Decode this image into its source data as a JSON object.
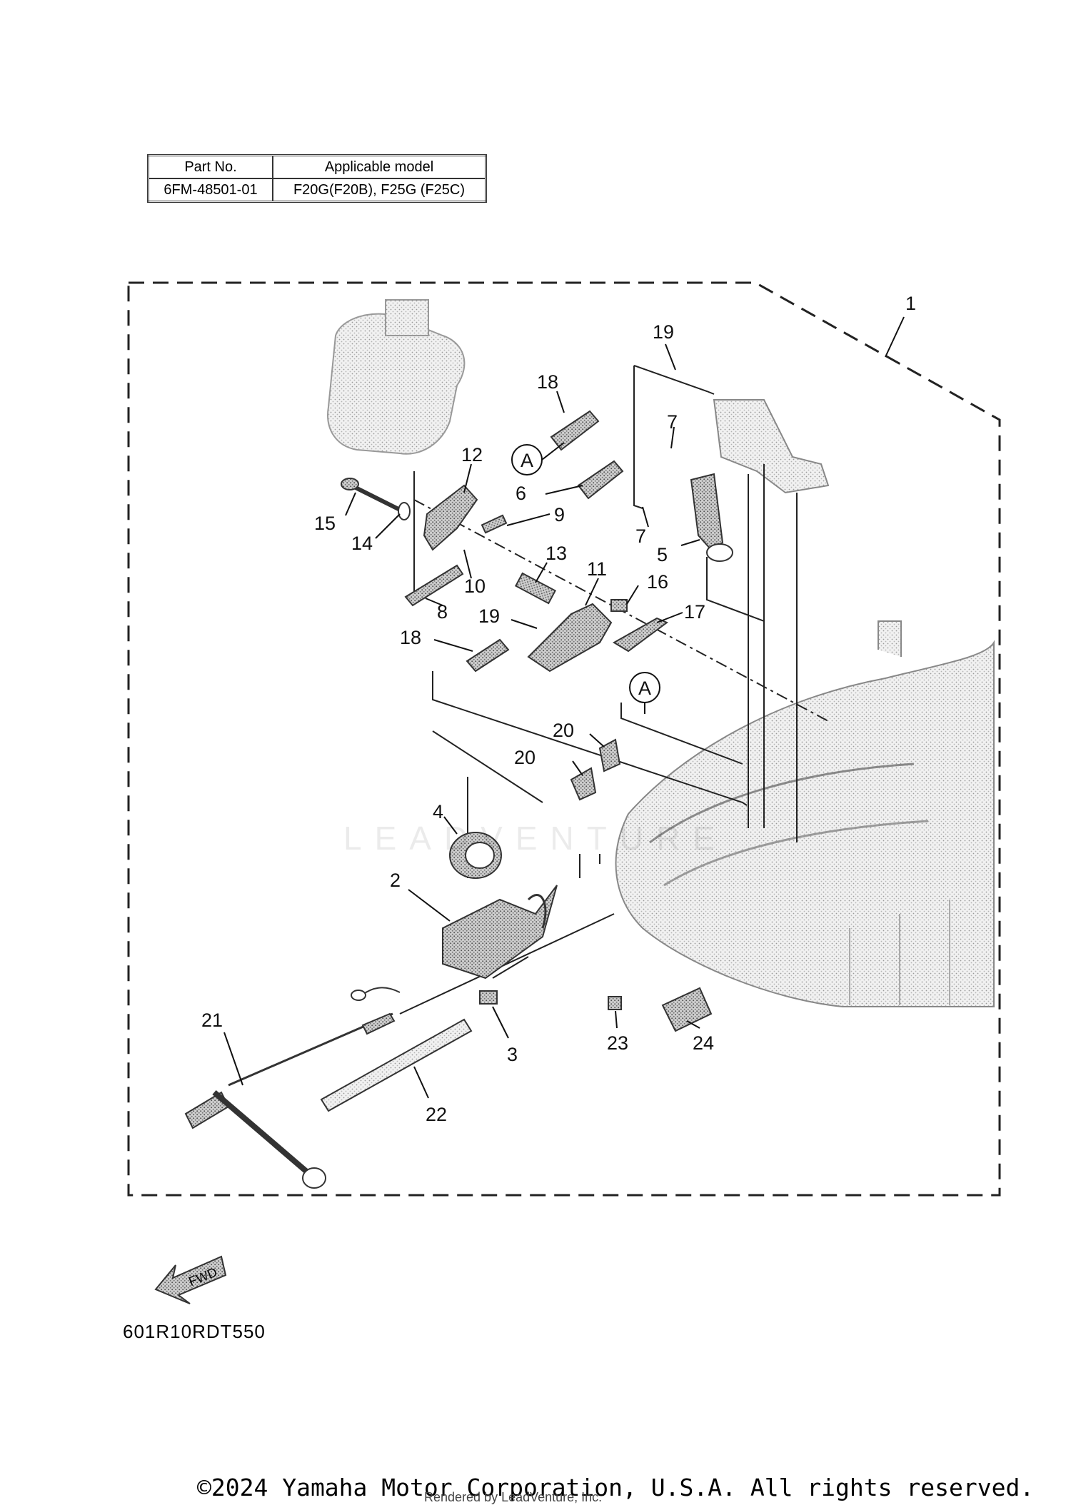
{
  "spec_table": {
    "headers": [
      "Part No.",
      "Applicable model"
    ],
    "rows": [
      [
        "6FM-48501-01",
        "F20G(F20B), F25G (F25C)"
      ]
    ]
  },
  "callouts": {
    "c1": "1",
    "c2": "2",
    "c3": "3",
    "c4": "4",
    "c5": "5",
    "c6": "6",
    "c7a": "7",
    "c7b": "7",
    "c8": "8",
    "c9": "9",
    "c10": "10",
    "c11": "11",
    "c12": "12",
    "c13": "13",
    "c14": "14",
    "c15": "15",
    "c16": "16",
    "c17": "17",
    "c18a": "18",
    "c18b": "18",
    "c19a": "19",
    "c19b": "19",
    "c20a": "20",
    "c20b": "20",
    "c21": "21",
    "c22": "22",
    "c23": "23",
    "c24": "24",
    "refA1": "A",
    "refA2": "A"
  },
  "fwd_label": "FWD",
  "drawing_code": "601R10RDT550",
  "watermark": "LEADVENTURE",
  "copyright": "©2024 Yamaha Motor Corporation, U.S.A. All rights reserved.",
  "rendered_by": "Rendered by LeadVenture, Inc."
}
